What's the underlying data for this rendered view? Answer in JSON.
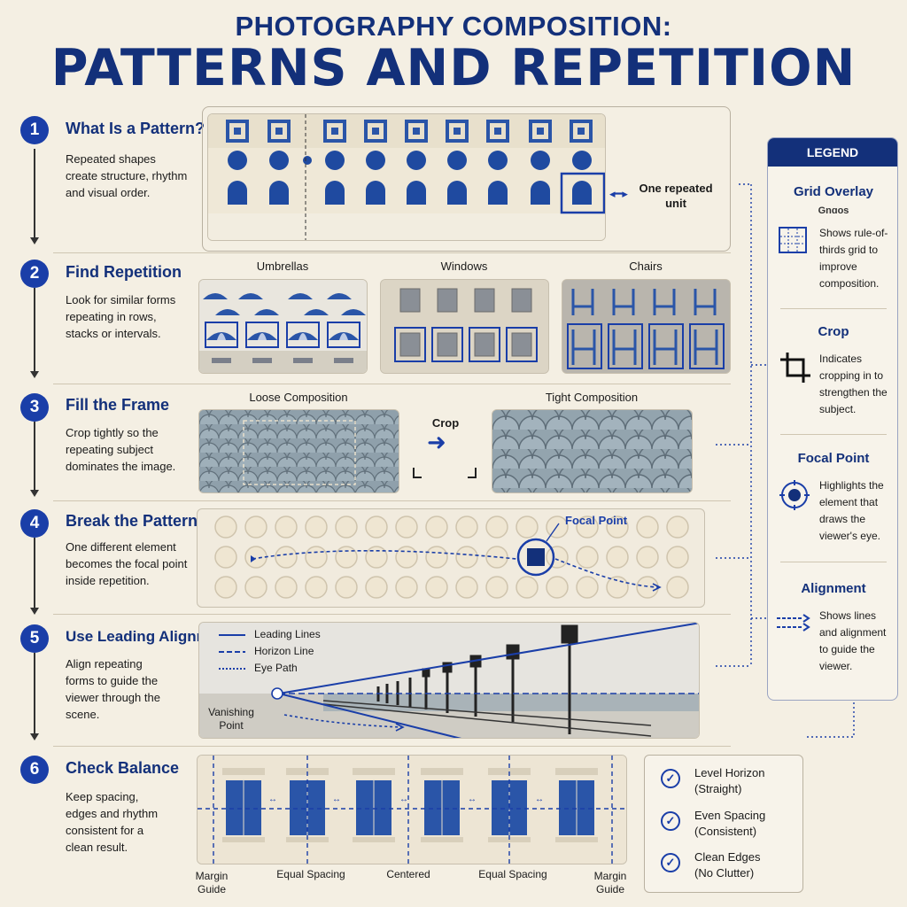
{
  "header": {
    "subtitle": "PHOTOGRAPHY COMPOSITION:",
    "title": "PATTERNS AND REPETITION"
  },
  "steps": [
    {
      "num": "1",
      "title": "What Is a Pattern?",
      "desc": "Repeated shapes create structure, rhythm and visual order."
    },
    {
      "num": "2",
      "title": "Find Repetition",
      "desc": "Look for similar forms repeating in rows, stacks or intervals."
    },
    {
      "num": "3",
      "title": "Fill the Frame",
      "desc": "Crop tightly so the repeating subject dominates the image."
    },
    {
      "num": "4",
      "title": "Break the Pattern",
      "desc": "One different element becomes the focal point inside repetition."
    },
    {
      "num": "5",
      "title": "Use Leading Alignment",
      "desc": "Align repeating forms to guide the viewer through the scene."
    },
    {
      "num": "6",
      "title": "Check Balance",
      "desc": "Keep spacing, edges and rhythm consistent for a clean result."
    }
  ],
  "pattern_panel": {
    "unit_label": "One repeated unit"
  },
  "repetition": {
    "umbrellas": "Umbrellas",
    "windows": "Windows",
    "chairs": "Chairs"
  },
  "fill_frame": {
    "loose": "Loose Composition",
    "tight": "Tight Composition",
    "crop": "Crop"
  },
  "break_pattern": {
    "focal": "Focal Point"
  },
  "leading": {
    "legend": [
      "Leading Lines",
      "Horizon Line",
      "Eye Path"
    ],
    "vanishing": "Vanishing Point"
  },
  "balance": {
    "labels": [
      "Margin Guide",
      "Equal Spacing",
      "Centered",
      "Equal Spacing",
      "Margin Guide"
    ]
  },
  "checklist": [
    {
      "line1": "Level Horizon",
      "line2": "(Straight)"
    },
    {
      "line1": "Even Spacing",
      "line2": "(Consistent)"
    },
    {
      "line1": "Clean Edges",
      "line2": "(No Clutter)"
    }
  ],
  "legend": {
    "header": "LEGEND",
    "items": [
      {
        "title": "Grid Overlay",
        "subtitle": "Gnɑos",
        "desc": "Shows rule-of-thirds grid to improve composition.",
        "icon": "grid-icon"
      },
      {
        "title": "Crop",
        "desc": "Indicates cropping in to strengthen the subject.",
        "icon": "crop-icon"
      },
      {
        "title": "Focal Point",
        "desc": "Highlights the element that draws the viewer's eye.",
        "icon": "target-icon"
      },
      {
        "title": "Alignment",
        "desc": "Shows lines and alignment to guide the viewer.",
        "icon": "alignment-arrows-icon"
      }
    ]
  },
  "colors": {
    "navy": "#13307a",
    "accent": "#1a3ea8",
    "background": "#f4efe3"
  }
}
